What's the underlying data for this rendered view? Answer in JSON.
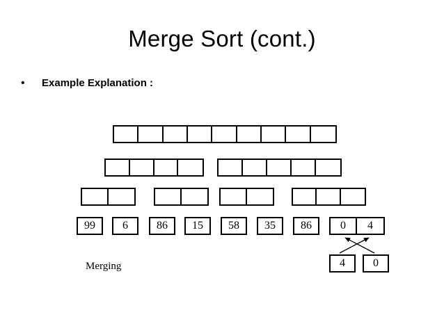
{
  "slide": {
    "title": "Merge Sort (cont.)",
    "bullet_marker": "•",
    "bullet_text": "Example Explanation :",
    "merging_label": "Merging",
    "background_color": "#ffffff",
    "line_color": "#000000",
    "text_color": "#000000"
  },
  "diagram": {
    "rows": [
      {
        "name": "row-level-1",
        "groups": [
          {
            "cells": [
              "",
              "",
              "",
              "",
              "",
              "",
              "",
              "",
              ""
            ]
          }
        ]
      },
      {
        "name": "row-level-2",
        "groups": [
          {
            "cells": [
              "",
              "",
              "",
              ""
            ]
          },
          {
            "cells": [
              "",
              "",
              "",
              "",
              ""
            ]
          }
        ]
      },
      {
        "name": "row-level-3",
        "groups": [
          {
            "cells": [
              "",
              ""
            ]
          },
          {
            "cells": [
              "",
              ""
            ]
          },
          {
            "cells": [
              "",
              ""
            ]
          },
          {
            "cells": [
              "",
              "",
              ""
            ]
          }
        ]
      }
    ],
    "leaf_row": {
      "name": "row-leaf-values",
      "singles": [
        "99",
        "6",
        "86",
        "15",
        "58",
        "35",
        "86"
      ],
      "pair": [
        "0",
        "4"
      ]
    },
    "merged_row": {
      "name": "row-merged-values",
      "boxes": [
        "4",
        "0"
      ]
    },
    "arrows": [
      {
        "name": "arrow-4-to-right-slot",
        "from": "merged-box-4",
        "to": "pair-cell-4"
      },
      {
        "name": "arrow-0-to-left-slot",
        "from": "merged-box-0",
        "to": "pair-cell-0"
      }
    ]
  }
}
